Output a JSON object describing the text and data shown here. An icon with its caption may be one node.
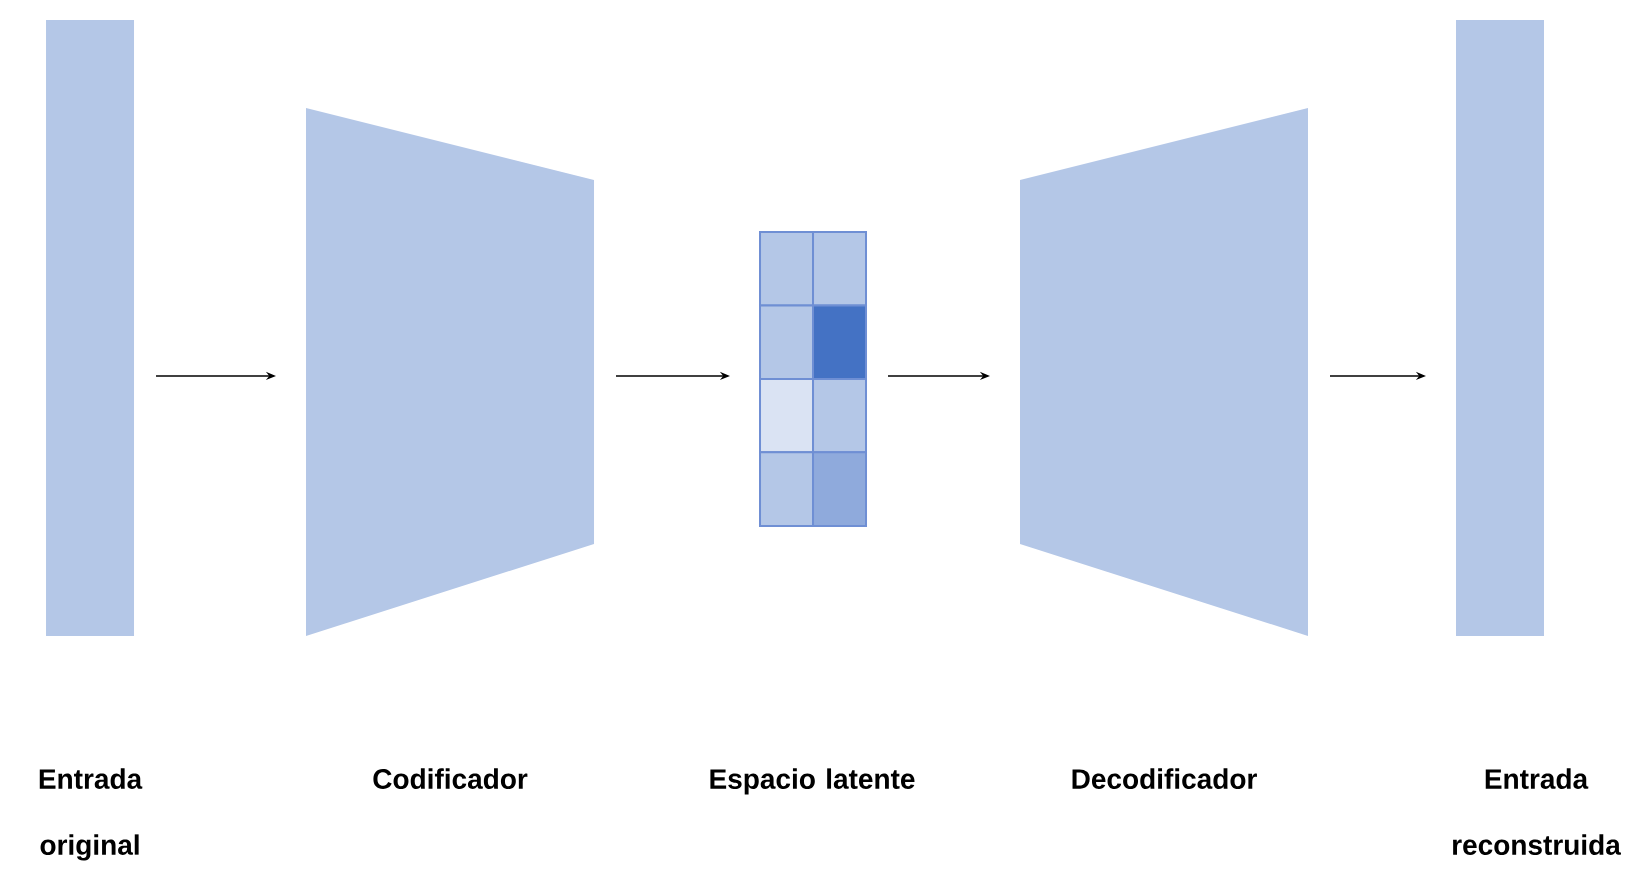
{
  "diagram": {
    "nodes": [
      {
        "text": [
          "Entrada original"
        ]
      },
      {
        "text": [
          "Codificador"
        ]
      },
      {
        "text": [
          "Espacio latente"
        ]
      },
      {
        "text": [
          "Decodificador"
        ]
      },
      {
        "text": [
          "Entrada reconstruida"
        ]
      }
    ],
    "edges": [
      {
        "from": 0,
        "to": 1,
        "arrow": "to"
      },
      {
        "from": 1,
        "to": 2,
        "arrow": "to"
      },
      {
        "from": 2,
        "to": 3,
        "arrow": "to"
      },
      {
        "from": 3,
        "to": 4,
        "arrow": "to"
      }
    ]
  }
}
